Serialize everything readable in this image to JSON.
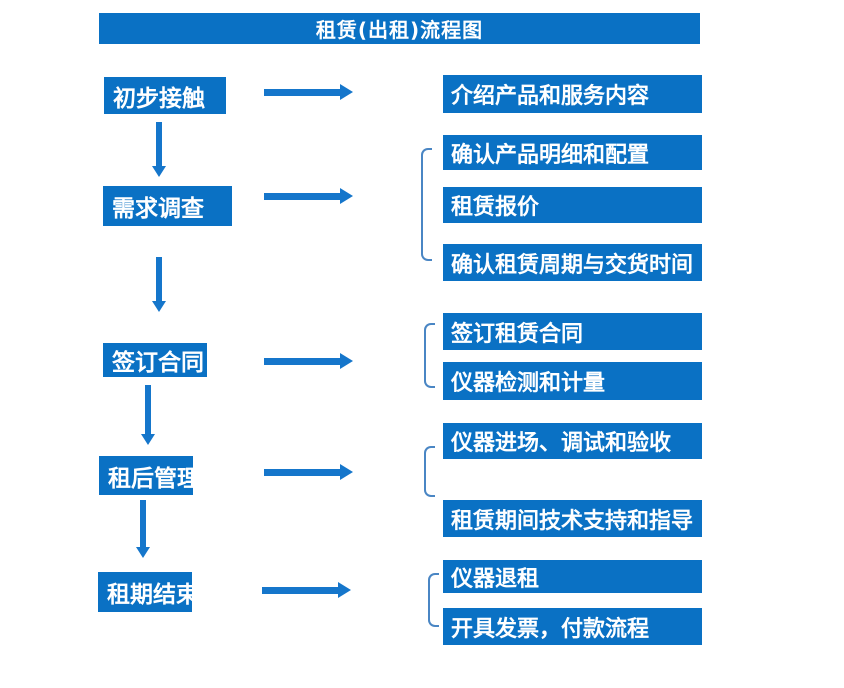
{
  "title": "租赁(出租)流程图",
  "colors": {
    "primary_blue": "#0a71c4",
    "arrow_blue": "#1576cb",
    "bracket_blue": "#4a86c4",
    "text": "#ffffff",
    "background": "#ffffff"
  },
  "stages": [
    {
      "label": "初步接触",
      "outputs": [
        "介绍产品和服务内容"
      ]
    },
    {
      "label": "需求调查",
      "outputs": [
        "确认产品明细和配置",
        "租赁报价",
        "确认租赁周期与交货时间"
      ]
    },
    {
      "label": "签订合同",
      "outputs": [
        "签订租赁合同",
        "仪器检测和计量"
      ]
    },
    {
      "label": "租后管理",
      "outputs": [
        "仪器进场、调试和验收",
        "租赁期间技术支持和指导"
      ]
    },
    {
      "label": "租期结束",
      "outputs": [
        "仪器退租",
        "开具发票，付款流程"
      ]
    }
  ]
}
